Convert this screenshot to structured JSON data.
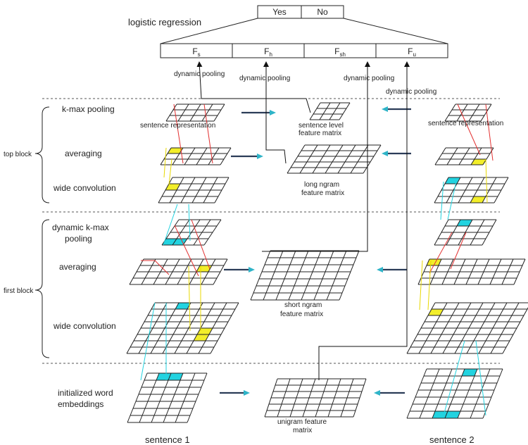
{
  "header": {
    "title": "logistic regression",
    "outputs": [
      "Yes",
      "No"
    ]
  },
  "features": [
    {
      "main": "F",
      "sub": "s"
    },
    {
      "main": "F",
      "sub": "h"
    },
    {
      "main": "F",
      "sub": "sh"
    },
    {
      "main": "F",
      "sub": "u"
    }
  ],
  "pooling_labels": [
    "dynamic pooling",
    "dynamic pooling",
    "dynamic pooling",
    "dynamic pooling"
  ],
  "blocks": {
    "top": "top block",
    "first": "first block"
  },
  "layers": {
    "kmax": "k-max pooling",
    "avg_top": "averaging",
    "wide_top": "wide convolution",
    "dyn_kmax_1": "dynamic k-max",
    "dyn_kmax_2": "pooling",
    "avg_first": "averaging",
    "wide_first": "wide convolution",
    "emb_1": "initialized word",
    "emb_2": "embeddings"
  },
  "matrices": {
    "sent_rep_left": "sentence representation",
    "sent_rep_right": "sentence representation",
    "sent_level_1": "sentence level",
    "sent_level_2": "feature matrix",
    "long_1": "long ngram",
    "long_2": "feature matrix",
    "short_1": "short ngram",
    "short_2": "feature matrix",
    "uni_1": "unigram feature",
    "uni_2": "matrix"
  },
  "sentences": [
    "sentence 1",
    "sentence 2"
  ],
  "colors": {
    "highlight_yellow": "#f2ee2a",
    "highlight_cyan": "#22d3e0",
    "connector_red": "#e23030",
    "arrow": "#2b3c58",
    "grid": "#222222"
  }
}
